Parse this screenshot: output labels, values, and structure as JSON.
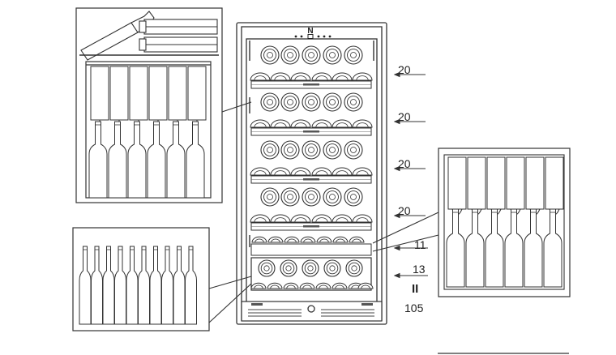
{
  "shelf_capacities": [
    "20",
    "20",
    "20",
    "20",
    "11",
    "13"
  ],
  "total_sign": "II",
  "total_capacity": "105"
}
